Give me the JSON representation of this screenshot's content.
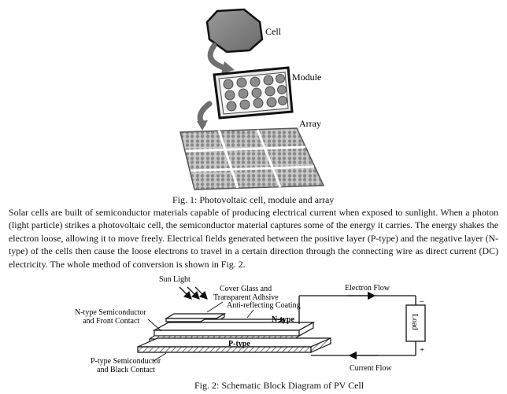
{
  "figure1": {
    "labels": {
      "cell": "Cell",
      "module": "Module",
      "array": "Array"
    },
    "caption": "Fig. 1: Photovoltaic cell, module and array"
  },
  "paragraph": "Solar cells are built of semiconductor materials capable of producing electrical current when exposed to sunlight. When a photon (light particle) strikes a photovoltaic cell, the semiconductor material captures some of the energy it carries. The energy shakes the electron loose, allowing it to move freely. Electrical fields generated between the positive layer (P-type) and the negative layer (N-type) of the cells then cause the loose electrons to travel in a certain direction through the connecting wire as direct current (DC) electricity. The whole method of conversion is shown in Fig. 2.",
  "figure2": {
    "labels": {
      "sun_light": "Sun Light",
      "cover_glass_1": "Cover Glass and",
      "cover_glass_2": "Transparent Adhsive",
      "anti_reflecting": "Anti-reflecting Coating",
      "electron_flow": "Electron Flow",
      "n_type_semi_1": "N-type Semiconductor",
      "n_type_semi_2": "and Front Contact",
      "n_type": "N-type",
      "p_type": "P-type",
      "load": "Load",
      "minus": "–",
      "plus": "+",
      "current_flow": "Current Flow",
      "p_type_semi_1": "P-type Semiconductor",
      "p_type_semi_2": "and Black Contact"
    },
    "caption": "Fig. 2: Schematic Block Diagram of PV Cell"
  }
}
